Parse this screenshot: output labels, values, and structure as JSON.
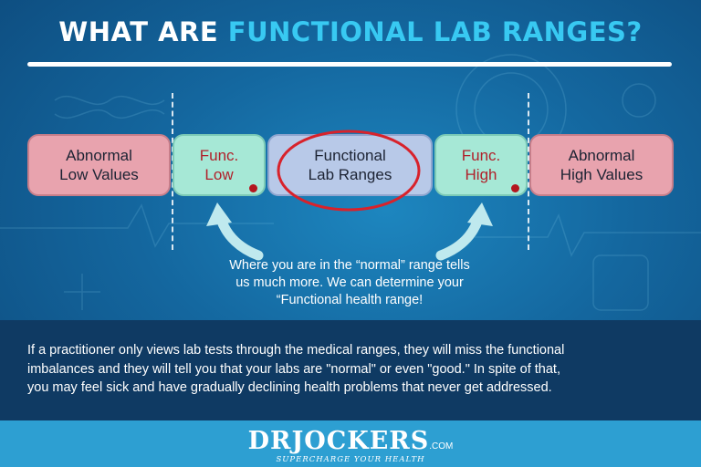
{
  "title": {
    "lead": "WHAT ARE ",
    "accent": "FUNCTIONAL LAB RANGES?"
  },
  "ranges": [
    {
      "label": "Abnormal\nLow Values",
      "kind": "abnormal"
    },
    {
      "label": "Func.\nLow",
      "kind": "functional",
      "marker": true
    },
    {
      "label": "Functional\nLab Ranges",
      "kind": "optimal",
      "highlighted": true
    },
    {
      "label": "Func.\nHigh",
      "kind": "functional",
      "marker": true
    },
    {
      "label": "Abnormal\nHigh Values",
      "kind": "abnormal"
    }
  ],
  "note": "Where you are in the “normal” range tells\nus much more. We can determine your\n“Functional health range!",
  "paragraph": "If a practitioner only views lab tests through the medical ranges, they will miss the functional\nimbalances and they will tell you that your labs are \"normal\" or even \"good.\" In spite of that,\nyou may feel sick and have gradually declining health problems that never get addressed.",
  "logo": {
    "brand": "DRJOCKERS",
    "domain": ".COM",
    "tagline": "SUPERCHARGE YOUR HEALTH"
  },
  "colors": {
    "background": "#14679f",
    "title_accent": "#38c9f2",
    "abnormal_box": "#e8a3ae",
    "functional_box": "#a6e8d6",
    "optimal_box": "#b8c9e8",
    "functional_text": "#b0202a",
    "highlight_ring": "#d8222b",
    "arrow": "#bfe9ee",
    "text_band": "#0f3a63",
    "footer": "#2d9fd2"
  }
}
